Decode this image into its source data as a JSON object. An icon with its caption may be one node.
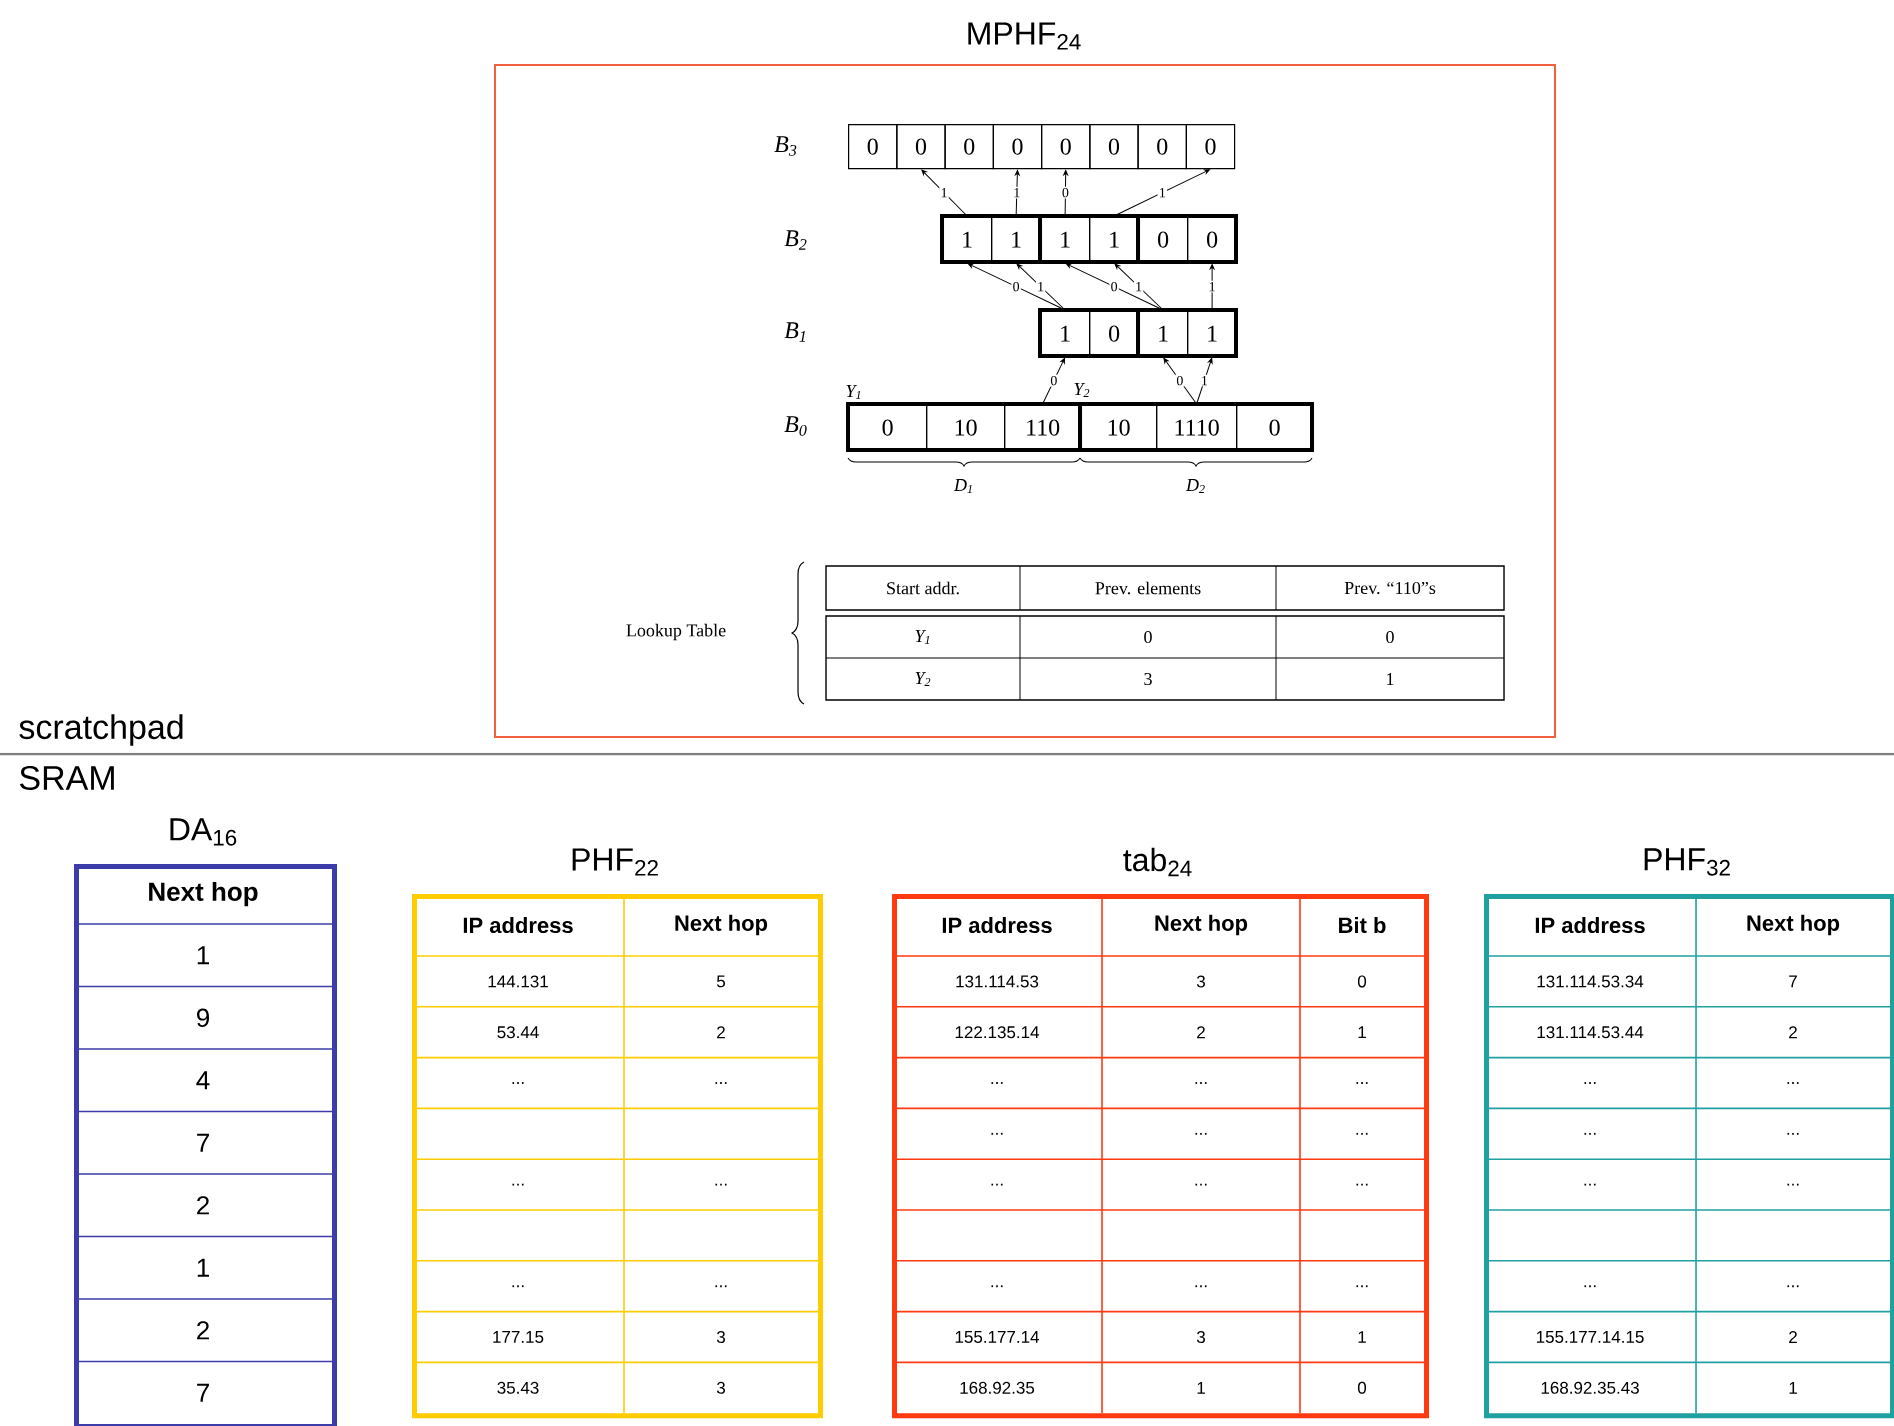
{
  "diagram": {
    "nodes": [
      {
        "text": [
          "MPHF$_{24}$"
        ]
      },
      {
        "text": [
          "0"
        ],
        "in": 0
      },
      {
        "text": [
          "0"
        ],
        "in": 0
      },
      {
        "text": [
          "0"
        ],
        "in": 0
      },
      {
        "text": [
          "0"
        ],
        "in": 0
      },
      {
        "text": [
          "0"
        ],
        "in": 0
      },
      {
        "text": [
          "0"
        ],
        "in": 0
      },
      {
        "text": [
          "0"
        ],
        "in": 0
      },
      {
        "text": [
          "0"
        ],
        "in": 0
      },
      {
        "text": [
          "1"
        ],
        "in": 0
      },
      {
        "text": [
          "1"
        ],
        "in": 0
      },
      {
        "text": [
          "1"
        ],
        "in": 0
      },
      {
        "text": [
          "1"
        ],
        "in": 0
      },
      {
        "text": [
          "0"
        ],
        "in": 0
      },
      {
        "text": [
          "0"
        ],
        "in": 0
      },
      {
        "text": [
          "1"
        ],
        "in": 0
      },
      {
        "text": [
          "0"
        ],
        "in": 0
      },
      {
        "text": [
          "1"
        ],
        "in": 0
      },
      {
        "text": [
          "1"
        ],
        "in": 0
      },
      {
        "text": [
          "0"
        ],
        "in": 0
      },
      {
        "text": [
          "10"
        ],
        "in": 0
      },
      {
        "text": [
          "110"
        ],
        "in": 0
      },
      {
        "text": [
          "10"
        ],
        "in": 0
      },
      {
        "text": [
          "1110"
        ],
        "in": 0
      },
      {
        "text": [
          "0"
        ],
        "in": 0
      },
      {
        "text": [
          "Start addr.",
          "Prev. elements",
          "Prev. “110”s",
          "Y$_{1}$",
          "0",
          "0",
          "Y$_{2}$",
          "3",
          "1"
        ],
        "beside": [
          "Lookup Table"
        ],
        "in": 0
      },
      {
        "text": [
          "DA$_{16}$",
          "Next hop",
          "1",
          "9",
          "4",
          "7",
          "2",
          "1",
          "2",
          "7"
        ]
      },
      {
        "text": [
          "PHF$_{22}$",
          "IP address",
          "Next hop",
          "144.131",
          "5",
          "53.44",
          "2",
          "...",
          "...",
          "...",
          "...",
          "...",
          "...",
          "177.15",
          "3",
          "35.43",
          "3"
        ]
      },
      {
        "text": [
          "tab$_{24}$",
          "IP address",
          "Next hop",
          "Bit b",
          "131.114.53",
          "3",
          "0",
          "122.135.14",
          "2",
          "1",
          "...",
          "...",
          "...",
          "...",
          "...",
          "...",
          "...",
          "...",
          "...",
          "...",
          "...",
          "...",
          "155.177.14",
          "3",
          "1",
          "168.92.35",
          "1",
          "0"
        ]
      },
      {
        "text": [
          "PHF$_{32}$",
          "IP address",
          "Next hop",
          "131.114.53.34",
          "7",
          "131.114.53.44",
          "2",
          "...",
          "...",
          "...",
          "...",
          "...",
          "...",
          "...",
          "...",
          "155.177.14.15",
          "2",
          "168.92.35.43",
          "1"
        ]
      }
    ],
    "edges": [
      {
        "from": 9,
        "to": 2,
        "arrow": "to",
        "label": "1"
      },
      {
        "from": 10,
        "to": 4,
        "arrow": "to",
        "label": "1"
      },
      {
        "from": 11,
        "to": 5,
        "arrow": "to",
        "label": "0"
      },
      {
        "from": 12,
        "to": 8,
        "arrow": "to",
        "label": "1"
      },
      {
        "from": 15,
        "to": 9,
        "arrow": "to",
        "label": "0"
      },
      {
        "from": 15,
        "to": 10,
        "arrow": "to",
        "label": "1"
      },
      {
        "from": 17,
        "to": 11,
        "arrow": "to",
        "label": "0"
      },
      {
        "from": 17,
        "to": 12,
        "arrow": "to",
        "label": "1"
      },
      {
        "from": 18,
        "to": 14,
        "arrow": "to",
        "label": "1"
      },
      {
        "from": 21,
        "to": 15,
        "arrow": "to",
        "label": "0"
      },
      {
        "from": 23,
        "to": 17,
        "arrow": "to",
        "label": "0"
      },
      {
        "from": 23,
        "to": 18,
        "arrow": "to",
        "label": "1"
      }
    ],
    "labels": [
      "B$_{3}$",
      "B$_{2}$",
      "B$_{1}$",
      "Y$_{1}$",
      "Y$_{2}$",
      "B$_{0}$",
      "D$_{1}$",
      "D$_{2}$",
      "scratchpad",
      "SRAM"
    ]
  }
}
